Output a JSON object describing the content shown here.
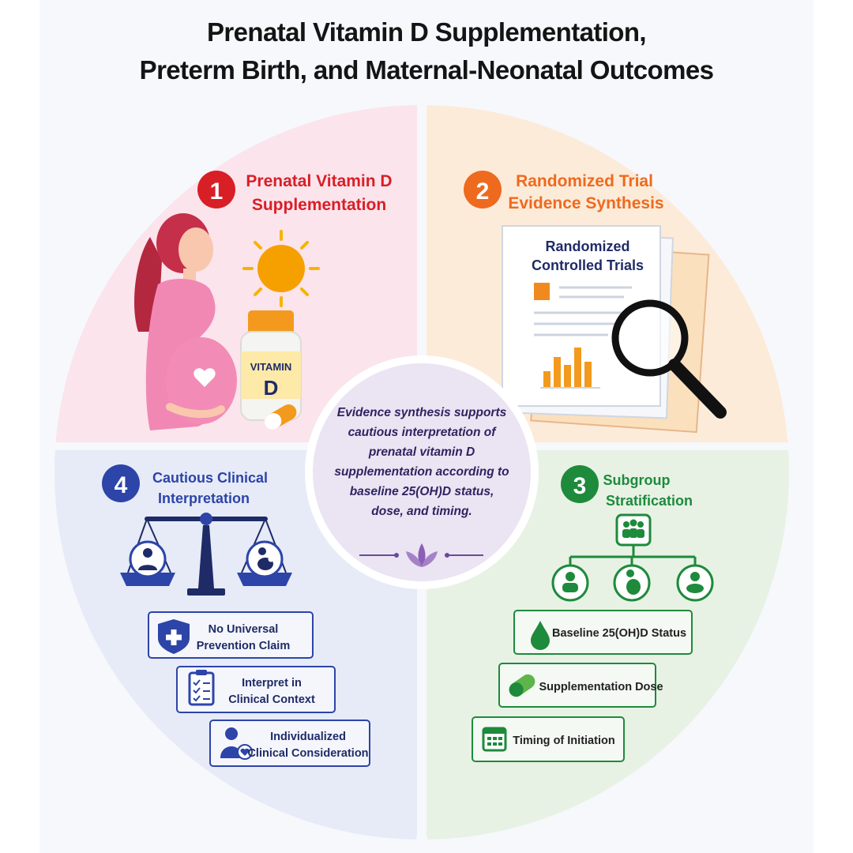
{
  "title": {
    "line1": "Prenatal Vitamin D Supplementation,",
    "line2": "Preterm Birth, and Maternal-Neonatal Outcomes"
  },
  "center": {
    "lines": [
      "Evidence synthesis supports",
      "cautious interpretation of",
      "prenatal vitamin D",
      "supplementation according to",
      "baseline 25(OH)D status,",
      "dose, and timing."
    ]
  },
  "quadrants": {
    "q1": {
      "number": "1",
      "title_lines": [
        "Prenatal Vitamin D",
        "Supplementation"
      ],
      "bottle_label_1": "VITAMIN",
      "bottle_label_2": "D",
      "color": "#d81f26"
    },
    "q2": {
      "number": "2",
      "title_lines": [
        "Randomized Trial",
        "Evidence Synthesis"
      ],
      "doc_title_1": "Randomized",
      "doc_title_2": "Controlled Trials",
      "color": "#ee6a1f"
    },
    "q3": {
      "number": "3",
      "title_lines": [
        "Subgroup",
        "Stratification"
      ],
      "boxes": [
        "Baseline 25(OH)D Status",
        "Supplementation Dose",
        "Timing of Initiation"
      ],
      "color": "#1e8a3c"
    },
    "q4": {
      "number": "4",
      "title_lines": [
        "Cautious Clinical",
        "Interpretation"
      ],
      "boxes": [
        [
          "No Universal",
          "Prevention Claim"
        ],
        [
          "Interpret in",
          "Clinical Context"
        ],
        [
          "Individualized",
          "Clinical Consideration"
        ]
      ],
      "color": "#2d44a8"
    }
  }
}
